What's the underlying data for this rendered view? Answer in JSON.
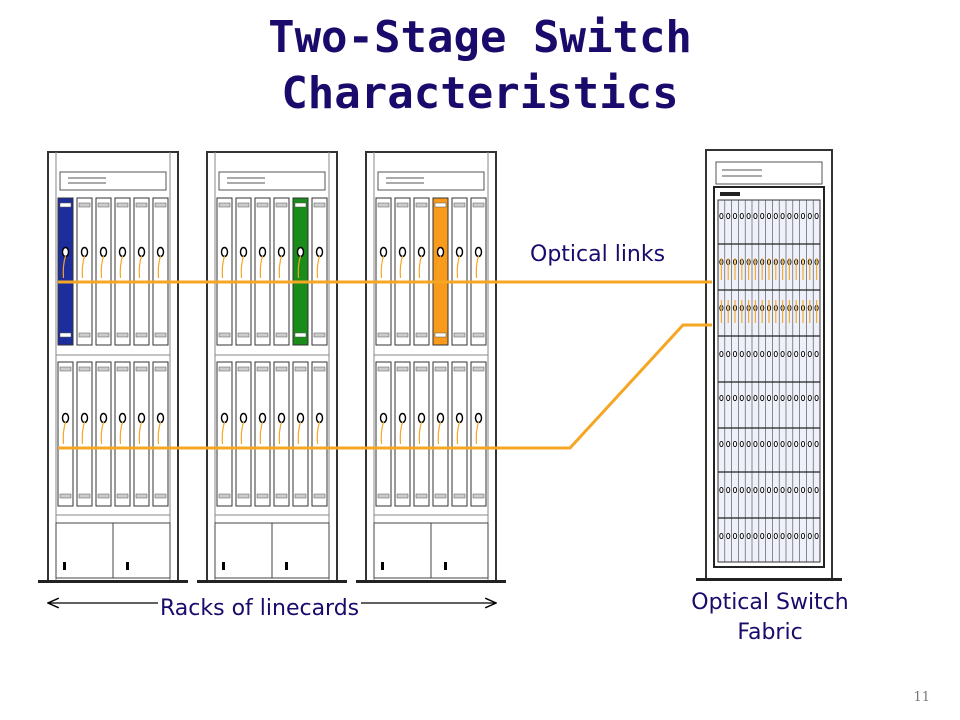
{
  "title": {
    "line1": "Two-Stage Switch",
    "line2": "Characteristics"
  },
  "labels": {
    "optical_links": "Optical links",
    "racks_of_linecards": "Racks of linecards",
    "optical_switch_fabric_line1": "Optical Switch",
    "optical_switch_fabric_line2": "Fabric"
  },
  "page_number": "11",
  "colors": {
    "title": "#1a0a6b",
    "link": "#f5a623",
    "highlight_blue": "#1e2d9c",
    "highlight_green": "#1a8c1a",
    "highlight_orange": "#f89a1c",
    "rack_outline": "#333333"
  },
  "racks": [
    {
      "highlight": "blue"
    },
    {
      "highlight": "green"
    },
    {
      "highlight": "orange"
    }
  ]
}
